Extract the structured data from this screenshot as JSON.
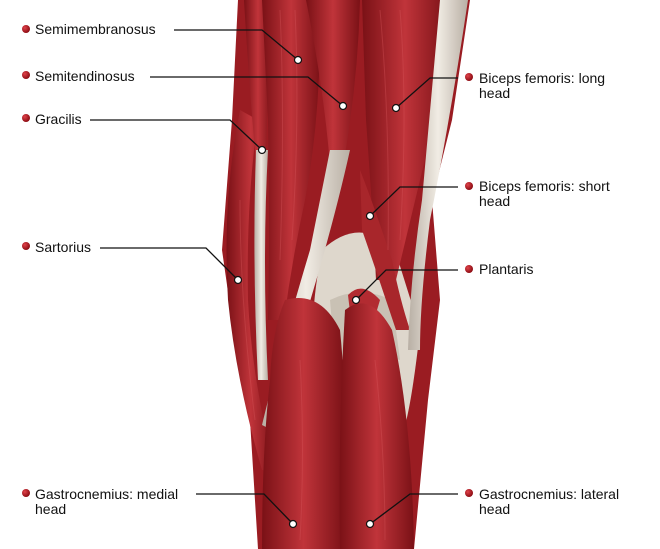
{
  "labels": {
    "semimembranosus": "Semimembranosus",
    "semitendinosus": "Semitendinosus",
    "gracilis": "Gracilis",
    "sartorius": "Sartorius",
    "gastroc_medial": "Gastrocnemius: medial head",
    "biceps_long": "Biceps femoris: long head",
    "biceps_short": "Biceps femoris: short head",
    "plantaris": "Plantaris",
    "gastroc_lateral": "Gastrocnemius: lateral head"
  },
  "colors": {
    "muscle": "#b3242a",
    "muscle_dark": "#7a1116",
    "tendon": "#e4ddd2",
    "bullet": "#a3121a",
    "leader_line": "#111111"
  }
}
